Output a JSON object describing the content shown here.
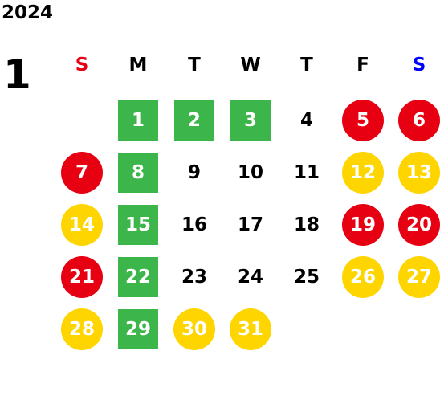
{
  "calendar": {
    "year": "2024",
    "month": "1",
    "weekdays": [
      {
        "label": "S",
        "color": "#e60012"
      },
      {
        "label": "M",
        "color": "#000000"
      },
      {
        "label": "T",
        "color": "#000000"
      },
      {
        "label": "W",
        "color": "#000000"
      },
      {
        "label": "T",
        "color": "#000000"
      },
      {
        "label": "F",
        "color": "#000000"
      },
      {
        "label": "S",
        "color": "#0000ff"
      }
    ],
    "colors": {
      "holiday_red": "#e60012",
      "event_yellow": "#ffd500",
      "green_box": "#3cb54a",
      "plain_text": "#000000"
    },
    "weeks": [
      [
        null,
        {
          "day": "1",
          "mark": "square-green"
        },
        {
          "day": "2",
          "mark": "square-green"
        },
        {
          "day": "3",
          "mark": "square-green"
        },
        {
          "day": "4",
          "mark": "none"
        },
        {
          "day": "5",
          "mark": "circle-red"
        },
        {
          "day": "6",
          "mark": "circle-red"
        }
      ],
      [
        {
          "day": "7",
          "mark": "circle-red"
        },
        {
          "day": "8",
          "mark": "square-green"
        },
        {
          "day": "9",
          "mark": "none"
        },
        {
          "day": "10",
          "mark": "none"
        },
        {
          "day": "11",
          "mark": "none"
        },
        {
          "day": "12",
          "mark": "circle-yellow"
        },
        {
          "day": "13",
          "mark": "circle-yellow"
        }
      ],
      [
        {
          "day": "14",
          "mark": "circle-yellow"
        },
        {
          "day": "15",
          "mark": "square-green"
        },
        {
          "day": "16",
          "mark": "none"
        },
        {
          "day": "17",
          "mark": "none"
        },
        {
          "day": "18",
          "mark": "none"
        },
        {
          "day": "19",
          "mark": "circle-red"
        },
        {
          "day": "20",
          "mark": "circle-red"
        }
      ],
      [
        {
          "day": "21",
          "mark": "circle-red"
        },
        {
          "day": "22",
          "mark": "square-green"
        },
        {
          "day": "23",
          "mark": "none"
        },
        {
          "day": "24",
          "mark": "none"
        },
        {
          "day": "25",
          "mark": "none"
        },
        {
          "day": "26",
          "mark": "circle-yellow"
        },
        {
          "day": "27",
          "mark": "circle-yellow"
        }
      ],
      [
        {
          "day": "28",
          "mark": "circle-yellow"
        },
        {
          "day": "29",
          "mark": "square-green"
        },
        {
          "day": "30",
          "mark": "circle-yellow"
        },
        {
          "day": "31",
          "mark": "circle-yellow"
        },
        null,
        null,
        null
      ]
    ]
  }
}
